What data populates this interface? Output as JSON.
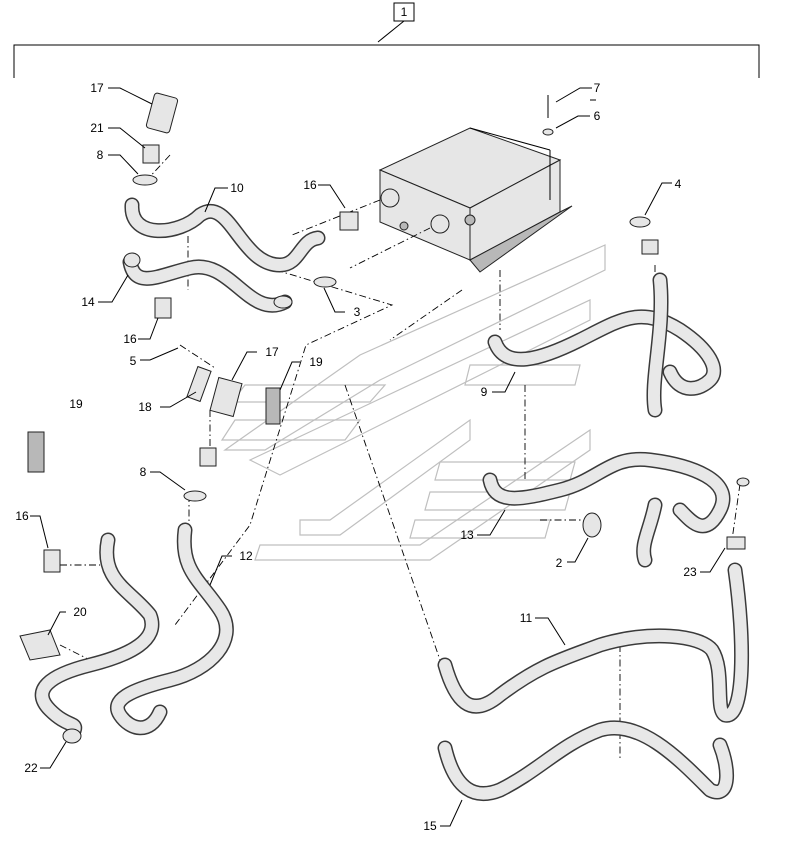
{
  "diagram": {
    "assembly_label": "1",
    "callouts": [
      {
        "id": "c1",
        "text": "1"
      },
      {
        "id": "c2",
        "text": "2"
      },
      {
        "id": "c3",
        "text": "3"
      },
      {
        "id": "c4",
        "text": "4"
      },
      {
        "id": "c5",
        "text": "5"
      },
      {
        "id": "c6",
        "text": "6"
      },
      {
        "id": "c7",
        "text": "7"
      },
      {
        "id": "c8a",
        "text": "8"
      },
      {
        "id": "c8b",
        "text": "8"
      },
      {
        "id": "c9",
        "text": "9"
      },
      {
        "id": "c10",
        "text": "10"
      },
      {
        "id": "c11",
        "text": "11"
      },
      {
        "id": "c12",
        "text": "12"
      },
      {
        "id": "c13",
        "text": "13"
      },
      {
        "id": "c14",
        "text": "14"
      },
      {
        "id": "c15",
        "text": "15"
      },
      {
        "id": "c16a",
        "text": "16"
      },
      {
        "id": "c16b",
        "text": "16"
      },
      {
        "id": "c16c",
        "text": "16"
      },
      {
        "id": "c17a",
        "text": "17"
      },
      {
        "id": "c17b",
        "text": "17"
      },
      {
        "id": "c18",
        "text": "18"
      },
      {
        "id": "c19a",
        "text": "19"
      },
      {
        "id": "c19b",
        "text": "19"
      },
      {
        "id": "c20",
        "text": "20"
      },
      {
        "id": "c21",
        "text": "21"
      },
      {
        "id": "c22",
        "text": "22"
      },
      {
        "id": "c23",
        "text": "23"
      }
    ]
  }
}
